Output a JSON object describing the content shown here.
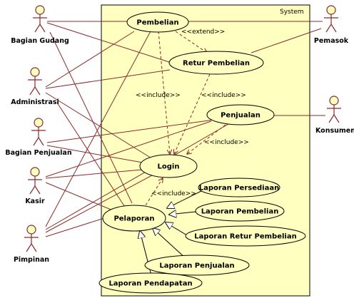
{
  "system": {
    "label": "System"
  },
  "actors": {
    "gudang": "Bagian Gudang",
    "administrasi": "Administrasi",
    "penjualan": "Bagian Penjualan",
    "kasir": "Kasir",
    "pimpinan": "Pimpinan",
    "pemasok": "Pemasok",
    "konsumen": "Konsumen"
  },
  "use_cases": {
    "pembelian": "Pembelian",
    "retur_pembelian": "Retur Pembelian",
    "penjualan": "Penjualan",
    "login": "Login",
    "pelaporan": "Pelaporan",
    "laporan_persediaan": "Laporan Persediaan",
    "laporan_pembelian": "Laporan Pembelian",
    "laporan_retur_pembelian": "Laporan Retur Pembelian",
    "laporan_penjualan": "Laporan Penjualan",
    "laporan_pendapatan": "Laporan Pendapatan"
  },
  "relations": {
    "extend": "<<extend>>",
    "include": "<<include>>"
  },
  "colors": {
    "system_fill": "#ffffc0",
    "use_case_fill": "#ffffc0",
    "actor_head_fill": "#ffffc0",
    "association": "#8b2a2a",
    "dependency": "#8b2a2a",
    "outline": "#000000"
  }
}
